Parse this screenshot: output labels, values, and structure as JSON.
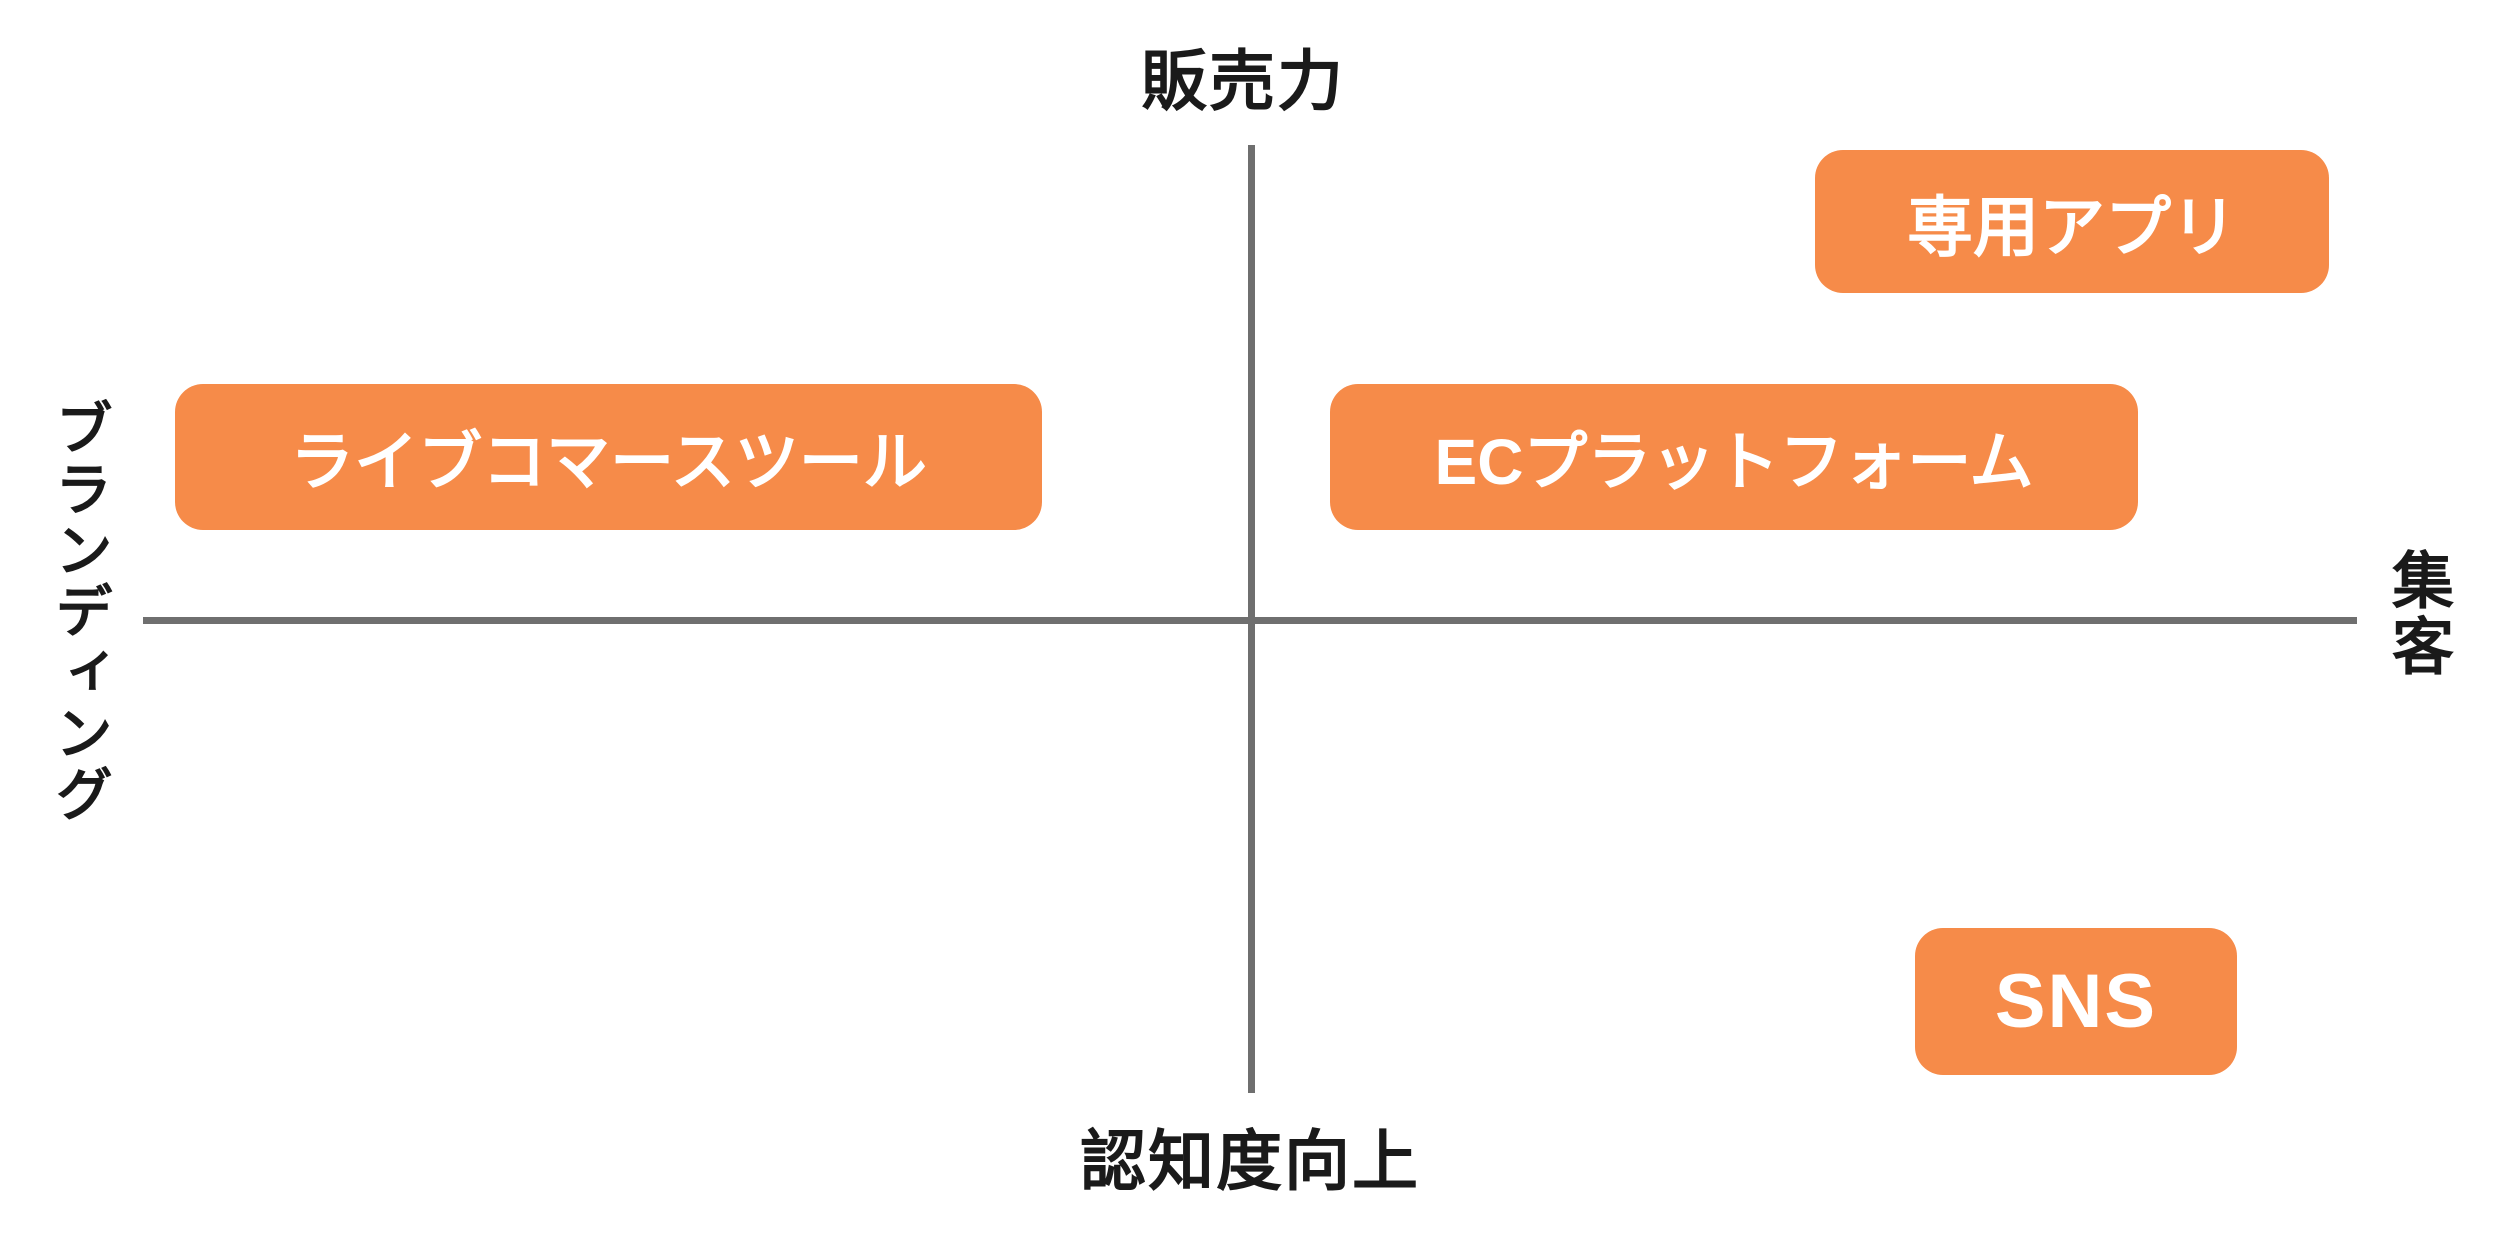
{
  "diagram": {
    "type": "quadrant-positioning-map",
    "axes": {
      "top": "販売力",
      "bottom": "認知度向上",
      "left": "ブランディング",
      "right": "集客"
    },
    "items": [
      {
        "label": "ライブコマースツール",
        "quadrant": "upper-left"
      },
      {
        "label": "ECプラットフォーム",
        "quadrant": "upper-right"
      },
      {
        "label": "専用アプリ",
        "quadrant": "upper-right-far"
      },
      {
        "label": "SNS",
        "quadrant": "lower-right"
      }
    ],
    "colors": {
      "accent": "#F68B49",
      "axis": "#6F6F6F",
      "text": "#1A1A1A",
      "box_text": "#FFFFFF",
      "background": "#FFFFFF"
    }
  }
}
